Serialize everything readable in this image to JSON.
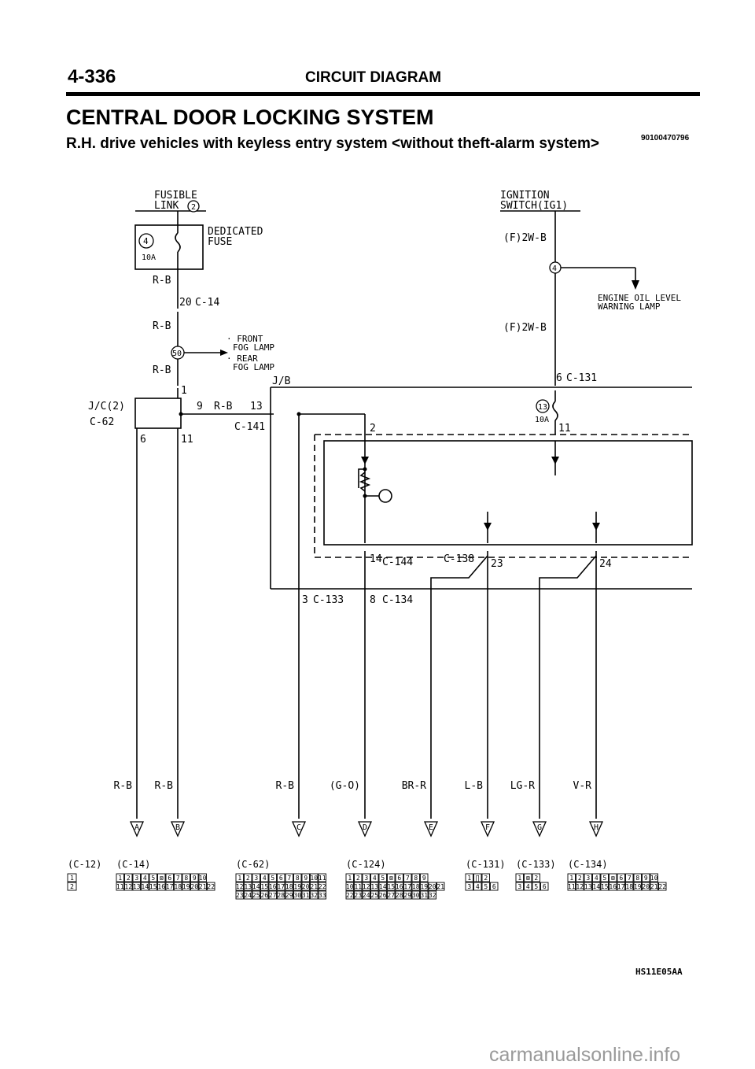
{
  "header": {
    "page_number": "4-336",
    "category": "CIRCUIT DIAGRAM",
    "title": "CENTRAL DOOR LOCKING SYSTEM",
    "doc_code": "90100470796",
    "subtitle": "R.H. drive vehicles with keyless entry system <without theft-alarm system>"
  },
  "diagram": {
    "fusible_link": [
      "FUSIBLE",
      "LINK"
    ],
    "fusible_link_no": "2",
    "dedicated_fuse": [
      "DEDICATED",
      "FUSE"
    ],
    "fuse1_no": "4",
    "fuse1_rating": "10A",
    "ignition_switch": [
      "IGNITION",
      "SWITCH(IG1)"
    ],
    "f2wb_1": "(F)2W-B",
    "f2wb_2": "(F)2W-B",
    "node_4": "4",
    "engine_oil": [
      "ENGINE OIL LEVEL",
      "WARNING LAMP"
    ],
    "rb_1": "R-B",
    "rb_2": "R-B",
    "rb_3": "R-B",
    "pin_20": "20",
    "conn_c14": "C-14",
    "node_50": "50",
    "fog_lamps": [
      "· FRONT",
      "FOG LAMP",
      "· REAR",
      "FOG LAMP"
    ],
    "jb_label": "J/B",
    "jc2": "J/C(2)",
    "conn_c62": "C-62",
    "pin_1": "1",
    "pin_9": "9",
    "rb_mid": "R-B",
    "pin_13": "13",
    "conn_c141": "C-141",
    "pin_6": "6",
    "pin_11_left": "11",
    "pin_6_right": "6",
    "conn_c131": "C-131",
    "fuse2_no": "13",
    "fuse2_rating": "10A",
    "pin_11_right": "11",
    "pin_2": "2",
    "pin_14": "14",
    "conn_c144": "C-144",
    "conn_c138": "C-138",
    "pin_23": "23",
    "pin_24": "24",
    "pin_3": "3",
    "conn_c133": "C-133",
    "pin_8": "8",
    "conn_c134": "C-134",
    "wire_labels": [
      "R-B",
      "R-B",
      "R-B",
      "(G-O)",
      "BR-R",
      "L-B",
      "LG-R",
      "V-R"
    ],
    "terminals": [
      "A",
      "B",
      "C",
      "D",
      "E",
      "F",
      "G",
      "H"
    ]
  },
  "connectors": [
    {
      "id": "C-12",
      "rows": [
        [
          "1"
        ],
        [
          "2"
        ]
      ]
    },
    {
      "id": "C-14",
      "rows": [
        [
          "1",
          "2",
          "3",
          "4",
          "5",
          "⊠",
          "6",
          "7",
          "8",
          "9",
          "10"
        ],
        [
          "11",
          "12",
          "13",
          "14",
          "15",
          "16",
          "17",
          "18",
          "19",
          "20",
          "21",
          "22"
        ]
      ]
    },
    {
      "id": "C-62",
      "rows": [
        [
          "1",
          "2",
          "3",
          "4",
          "5",
          "6",
          "7",
          "8",
          "9",
          "10",
          "11"
        ],
        [
          "12",
          "13",
          "14",
          "15",
          "16",
          "17",
          "18",
          "19",
          "20",
          "21",
          "22"
        ],
        [
          "23",
          "24",
          "25",
          "26",
          "27",
          "28",
          "29",
          "30",
          "31",
          "32",
          "33"
        ]
      ]
    },
    {
      "id": "C-124",
      "rows": [
        [
          "1",
          "2",
          "3",
          "4",
          "5",
          "⊠",
          "6",
          "7",
          "8",
          "9"
        ],
        [
          "10",
          "11",
          "12",
          "13",
          "14",
          "15",
          "16",
          "17",
          "18",
          "19",
          "20",
          "21"
        ],
        [
          "22",
          "23",
          "24",
          "25",
          "26",
          "27",
          "28",
          "29",
          "30",
          "31",
          "32"
        ]
      ]
    },
    {
      "id": "C-131",
      "rows": [
        [
          "1",
          "∏",
          "2"
        ],
        [
          "3",
          "4",
          "5",
          "6"
        ]
      ]
    },
    {
      "id": "C-133",
      "rows": [
        [
          "1",
          "⊠",
          "2"
        ],
        [
          "3",
          "4",
          "5",
          "6"
        ]
      ]
    },
    {
      "id": "C-134",
      "rows": [
        [
          "1",
          "2",
          "3",
          "4",
          "5",
          "⊠",
          "6",
          "7",
          "8",
          "9",
          "10"
        ],
        [
          "11",
          "12",
          "13",
          "14",
          "15",
          "16",
          "17",
          "18",
          "19",
          "20",
          "21",
          "22"
        ]
      ]
    }
  ],
  "footer": {
    "figure_code": "HS11E05AA",
    "watermark": "carmanualsonline.info"
  }
}
